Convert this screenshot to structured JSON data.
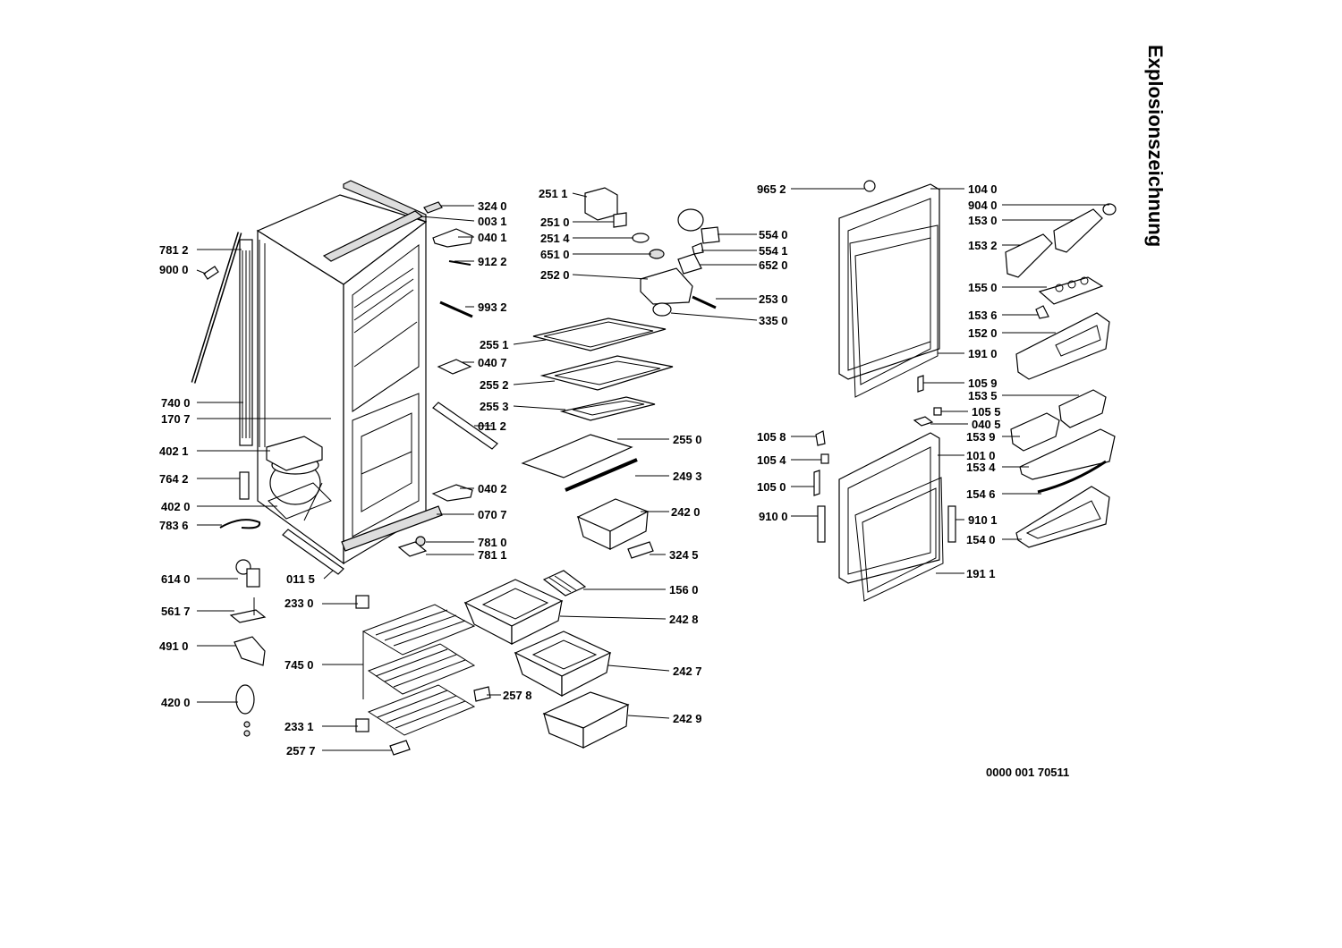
{
  "title": "Explosionszeichnung",
  "drawing_number": "0000 001 70511",
  "parts": {
    "p7812": "781 2",
    "p9000": "900 0",
    "p7400": "740 0",
    "p1707": "170 7",
    "p4021": "402 1",
    "p7642": "764 2",
    "p4020": "402 0",
    "p7836": "783 6",
    "p6140": "614 0",
    "p5617": "561 7",
    "p4910": "491 0",
    "p4200": "420 0",
    "p3240": "324 0",
    "p0031": "003 1",
    "p0401": "040 1",
    "p9122": "912 2",
    "p9932": "993 2",
    "p0407": "040 7",
    "p0112": "011 2",
    "p0402": "040 2",
    "p0707": "070 7",
    "p7810": "781 0",
    "p7811": "781 1",
    "p0115": "011 5",
    "p2330": "233 0",
    "p7450": "745 0",
    "p2331": "233 1",
    "p2577": "257 7",
    "p2578": "257 8",
    "p2511": "251 1",
    "p2510": "251 0",
    "p2514": "251 4",
    "p6510": "651 0",
    "p2520": "252 0",
    "p5540": "554 0",
    "p5541": "554 1",
    "p6520": "652 0",
    "p2530": "253 0",
    "p3350": "335 0",
    "p2551": "255 1",
    "p2552": "255 2",
    "p2553": "255 3",
    "p2550": "255 0",
    "p2493": "249 3",
    "p2420": "242 0",
    "p3245": "324 5",
    "p1560": "156 0",
    "p2428": "242 8",
    "p2427": "242 7",
    "p2429": "242 9",
    "p9652": "965 2",
    "p1058": "105 8",
    "p1054": "105 4",
    "p1050": "105 0",
    "p9100": "910 0",
    "p1040": "104 0",
    "p9040": "904 0",
    "p1530": "153 0",
    "p1532": "153 2",
    "p1550": "155 0",
    "p1536": "153 6",
    "p1520": "152 0",
    "p1910": "191 0",
    "p1059": "105 9",
    "p1535": "153 5",
    "p1055": "105 5",
    "p0405": "040 5",
    "p1539": "153 9",
    "p1010": "101 0",
    "p1534": "153 4",
    "p1546": "154 6",
    "p9101": "910 1",
    "p1540": "154 0",
    "p1911": "191 1"
  }
}
